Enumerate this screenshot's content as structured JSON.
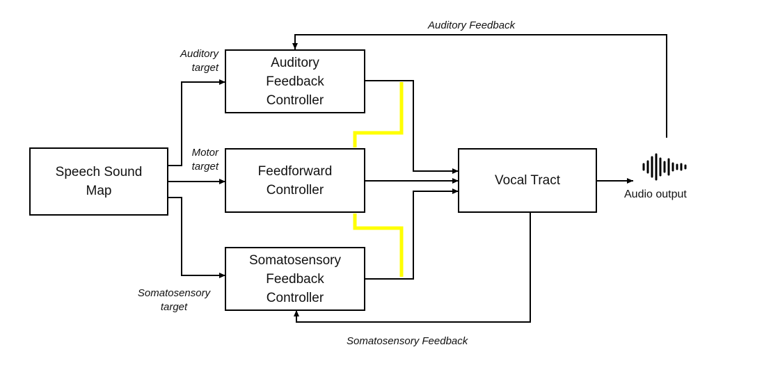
{
  "diagram": {
    "nodes": {
      "speech_sound_map": "Speech Sound\nMap",
      "auditory_controller": "Auditory\nFeedback\nController",
      "feedforward_controller": "Feedforward\nController",
      "somatosensory_controller": "Somatosensory\nFeedback\nController",
      "vocal_tract": "Vocal Tract"
    },
    "edge_labels": {
      "auditory_target": "Auditory\ntarget",
      "motor_target": "Motor\ntarget",
      "somatosensory_target": "Somatosensory\ntarget",
      "auditory_feedback": "Auditory Feedback",
      "somatosensory_feedback": "Somatosensory Feedback"
    },
    "audio_output_label": "Audio output",
    "colors": {
      "line": "#000000",
      "highlight": "#ffff00",
      "text": "#111111"
    },
    "icons": [
      "waveform-icon"
    ]
  }
}
